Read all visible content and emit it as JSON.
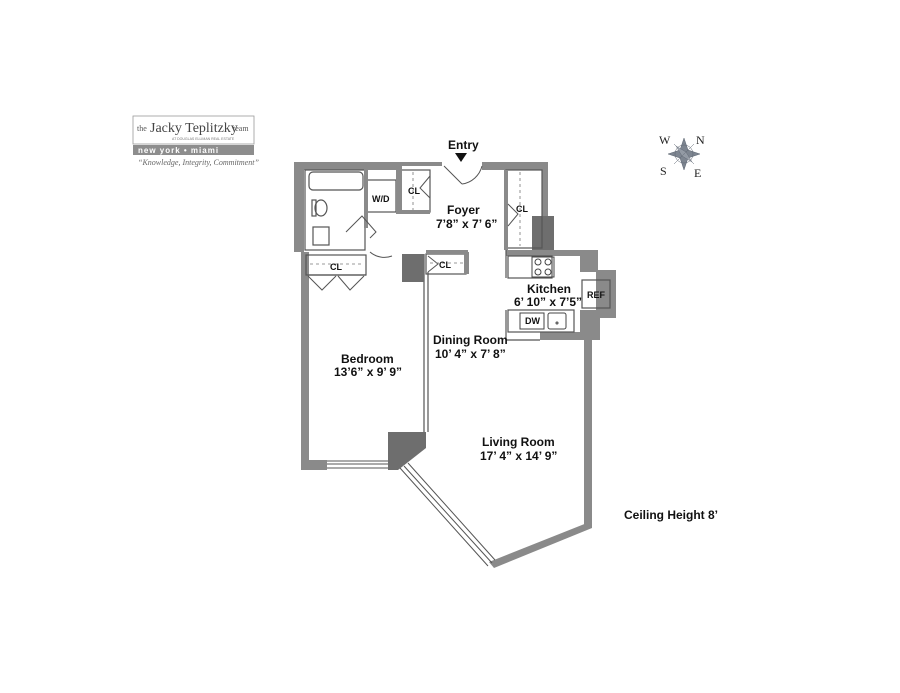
{
  "logo": {
    "prefix": "the",
    "name": "Jacky Teplitzky",
    "suffix": "team",
    "affiliation": "AT DOUGLAS ELLIMAN REAL ESTATE",
    "cities": "new york  •  miami",
    "tagline": "“Knowledge, Integrity, Commitment”"
  },
  "compass": {
    "w": "W",
    "n": "N",
    "s": "S",
    "e": "E"
  },
  "entry": {
    "label": "Entry"
  },
  "ceiling": {
    "label": "Ceiling Height 8’"
  },
  "rooms": {
    "foyer": {
      "name": "Foyer",
      "dims": "7’8” x 7’ 6”"
    },
    "kitchen": {
      "name": "Kitchen",
      "dims": "6’ 10” x 7’5”"
    },
    "dining": {
      "name": "Dining Room",
      "dims": "10’ 4” x 7’ 8”"
    },
    "bedroom": {
      "name": "Bedroom",
      "dims": "13’6” x 9’ 9”"
    },
    "living": {
      "name": "Living Room",
      "dims": "17’ 4” x 14’ 9”"
    }
  },
  "fixtures": {
    "cl_bath": "CL",
    "cl_foyer_right": "CL",
    "cl_bedroom": "CL",
    "cl_hall": "CL",
    "wd": "W/D",
    "ref": "REF",
    "dw": "DW"
  },
  "colors": {
    "wall": "#8a8a8a",
    "wall_dark": "#6e6e6e",
    "line": "#555555",
    "compass": "#7d8590"
  }
}
